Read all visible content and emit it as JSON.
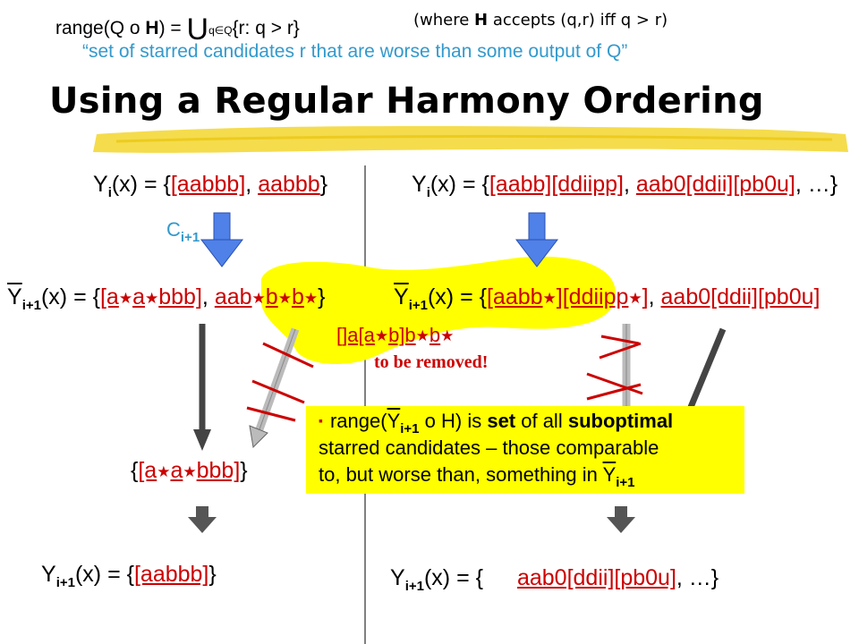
{
  "header": {
    "range_prefix": "range(Q o ",
    "range_H": "H",
    "range_eq": ") = ",
    "union": "U",
    "union_sub": "q∈Q",
    "range_set": "{r: q > r}",
    "where_pre": "(where ",
    "where_H": "H",
    "where_post": " accepts (q,r) iff q > r)",
    "quote": "“set of starred candidates r that are worse than some output of Q”",
    "title": "Using a Regular Harmony Ordering"
  },
  "left": {
    "yi_label": "Y",
    "yi_sub": "i",
    "yi_rest": "(x) = {",
    "yi_c1": "[aabbb]",
    "yi_sep": ", ",
    "yi_c2": "aabbb",
    "yi_close": "}",
    "c_label": "C",
    "c_sub": "i+1",
    "ybar_label": "Y",
    "ybar_sub": "i+1",
    "ybar_rest": "(x) = {",
    "ybar_c1_a": "[a",
    "ybar_c1_b": "a",
    "ybar_c1_c": "bbb]",
    "ybar_sep": ", ",
    "ybar_c2_a": "aab",
    "ybar_c2_b": "b",
    "ybar_c2_c": "b",
    "ybar_close": "}",
    "filtered_open": "{",
    "filtered_a": "[a",
    "filtered_b": "a",
    "filtered_c": "bbb]",
    "filtered_close": "}",
    "result_label": "Y",
    "result_sub": "i+1",
    "result_rest": "(x) = {",
    "result_c1": "[aabbb]",
    "result_close": "}"
  },
  "right": {
    "yi_label": "Y",
    "yi_sub": "i",
    "yi_rest": "(x) = {",
    "yi_c1": "[aabb][ddiipp]",
    "yi_sep": ", ",
    "yi_c2": "aab0[ddii][pb0u]",
    "yi_tail": ", …}",
    "ybar_label": "Y",
    "ybar_sub": "i+1",
    "ybar_rest": "(x) = {",
    "ybar_c1_a": "[aabb",
    "ybar_c1_b": "][ddiipp",
    "ybar_c1_c": "]",
    "ybar_sep": ", ",
    "ybar_c2": "aab0[ddii][pb0u]",
    "result_label": "Y",
    "result_sub": "i+1",
    "result_rest": "(x) = {",
    "result_c1": "aab0[ddii][pb0u]",
    "result_tail": ", …}"
  },
  "removed": {
    "cand_a": "[]a[a",
    "cand_b": "b]b",
    "cand_c": "b",
    "label": "to be removed!"
  },
  "note": {
    "bullet": "▪",
    "l1_pre": "range(",
    "l1_Y": "Y",
    "l1_sub": "i+1",
    "l1_mid": " o H) is ",
    "l1_set": "set",
    "l1_of": " of all ",
    "l1_sub_opt": "suboptimal",
    "l2": "starred candidates – those comparable",
    "l3_pre": "to, but worse than, something in ",
    "l3_Y": "Y",
    "l3_sub": "i+1"
  },
  "star_glyph": "★",
  "colors": {
    "accent_blue": "#3399cc",
    "candidate_red": "#cc0000",
    "highlight_yellow": "#ffff00",
    "arrow_blue": "#4f81e8"
  }
}
